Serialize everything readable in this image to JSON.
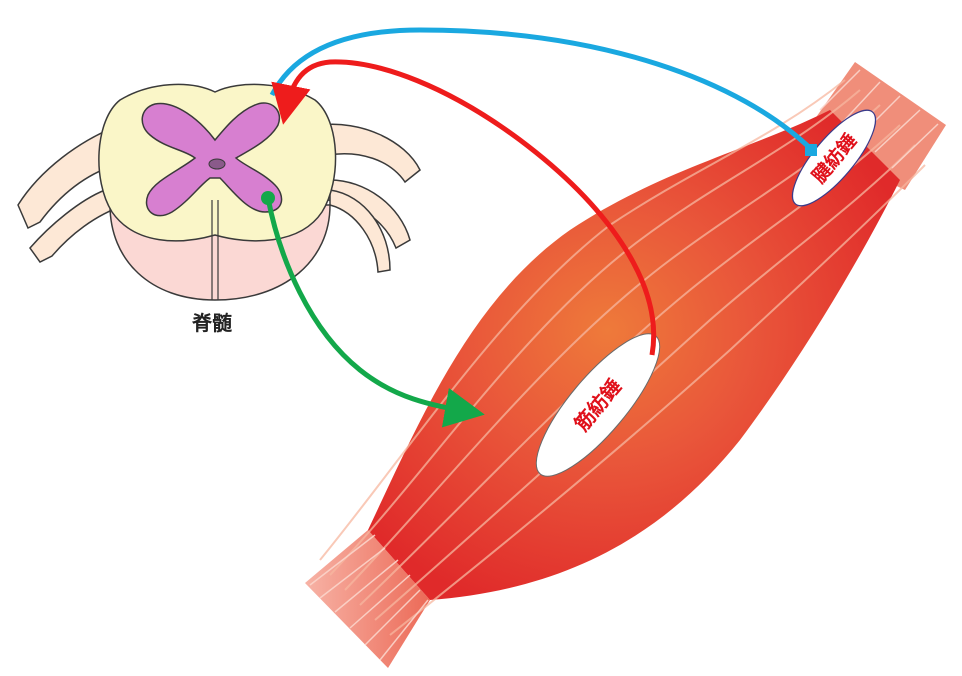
{
  "labels": {
    "spinal_cord": "脊髄",
    "muscle_spindle": "筋紡錘",
    "tendon_spindle": "腱紡錘"
  },
  "colors": {
    "blue_pathway": "#1aa8e0",
    "red_pathway": "#ee1c1c",
    "green_pathway": "#13a84a",
    "muscle_dark": "#e02a2a",
    "muscle_light": "#f08a5a",
    "white_matter": "#faf6c8",
    "gray_matter": "#d77fd0",
    "nerve_root": "#fde8d6",
    "label_text": "#e0101a"
  }
}
